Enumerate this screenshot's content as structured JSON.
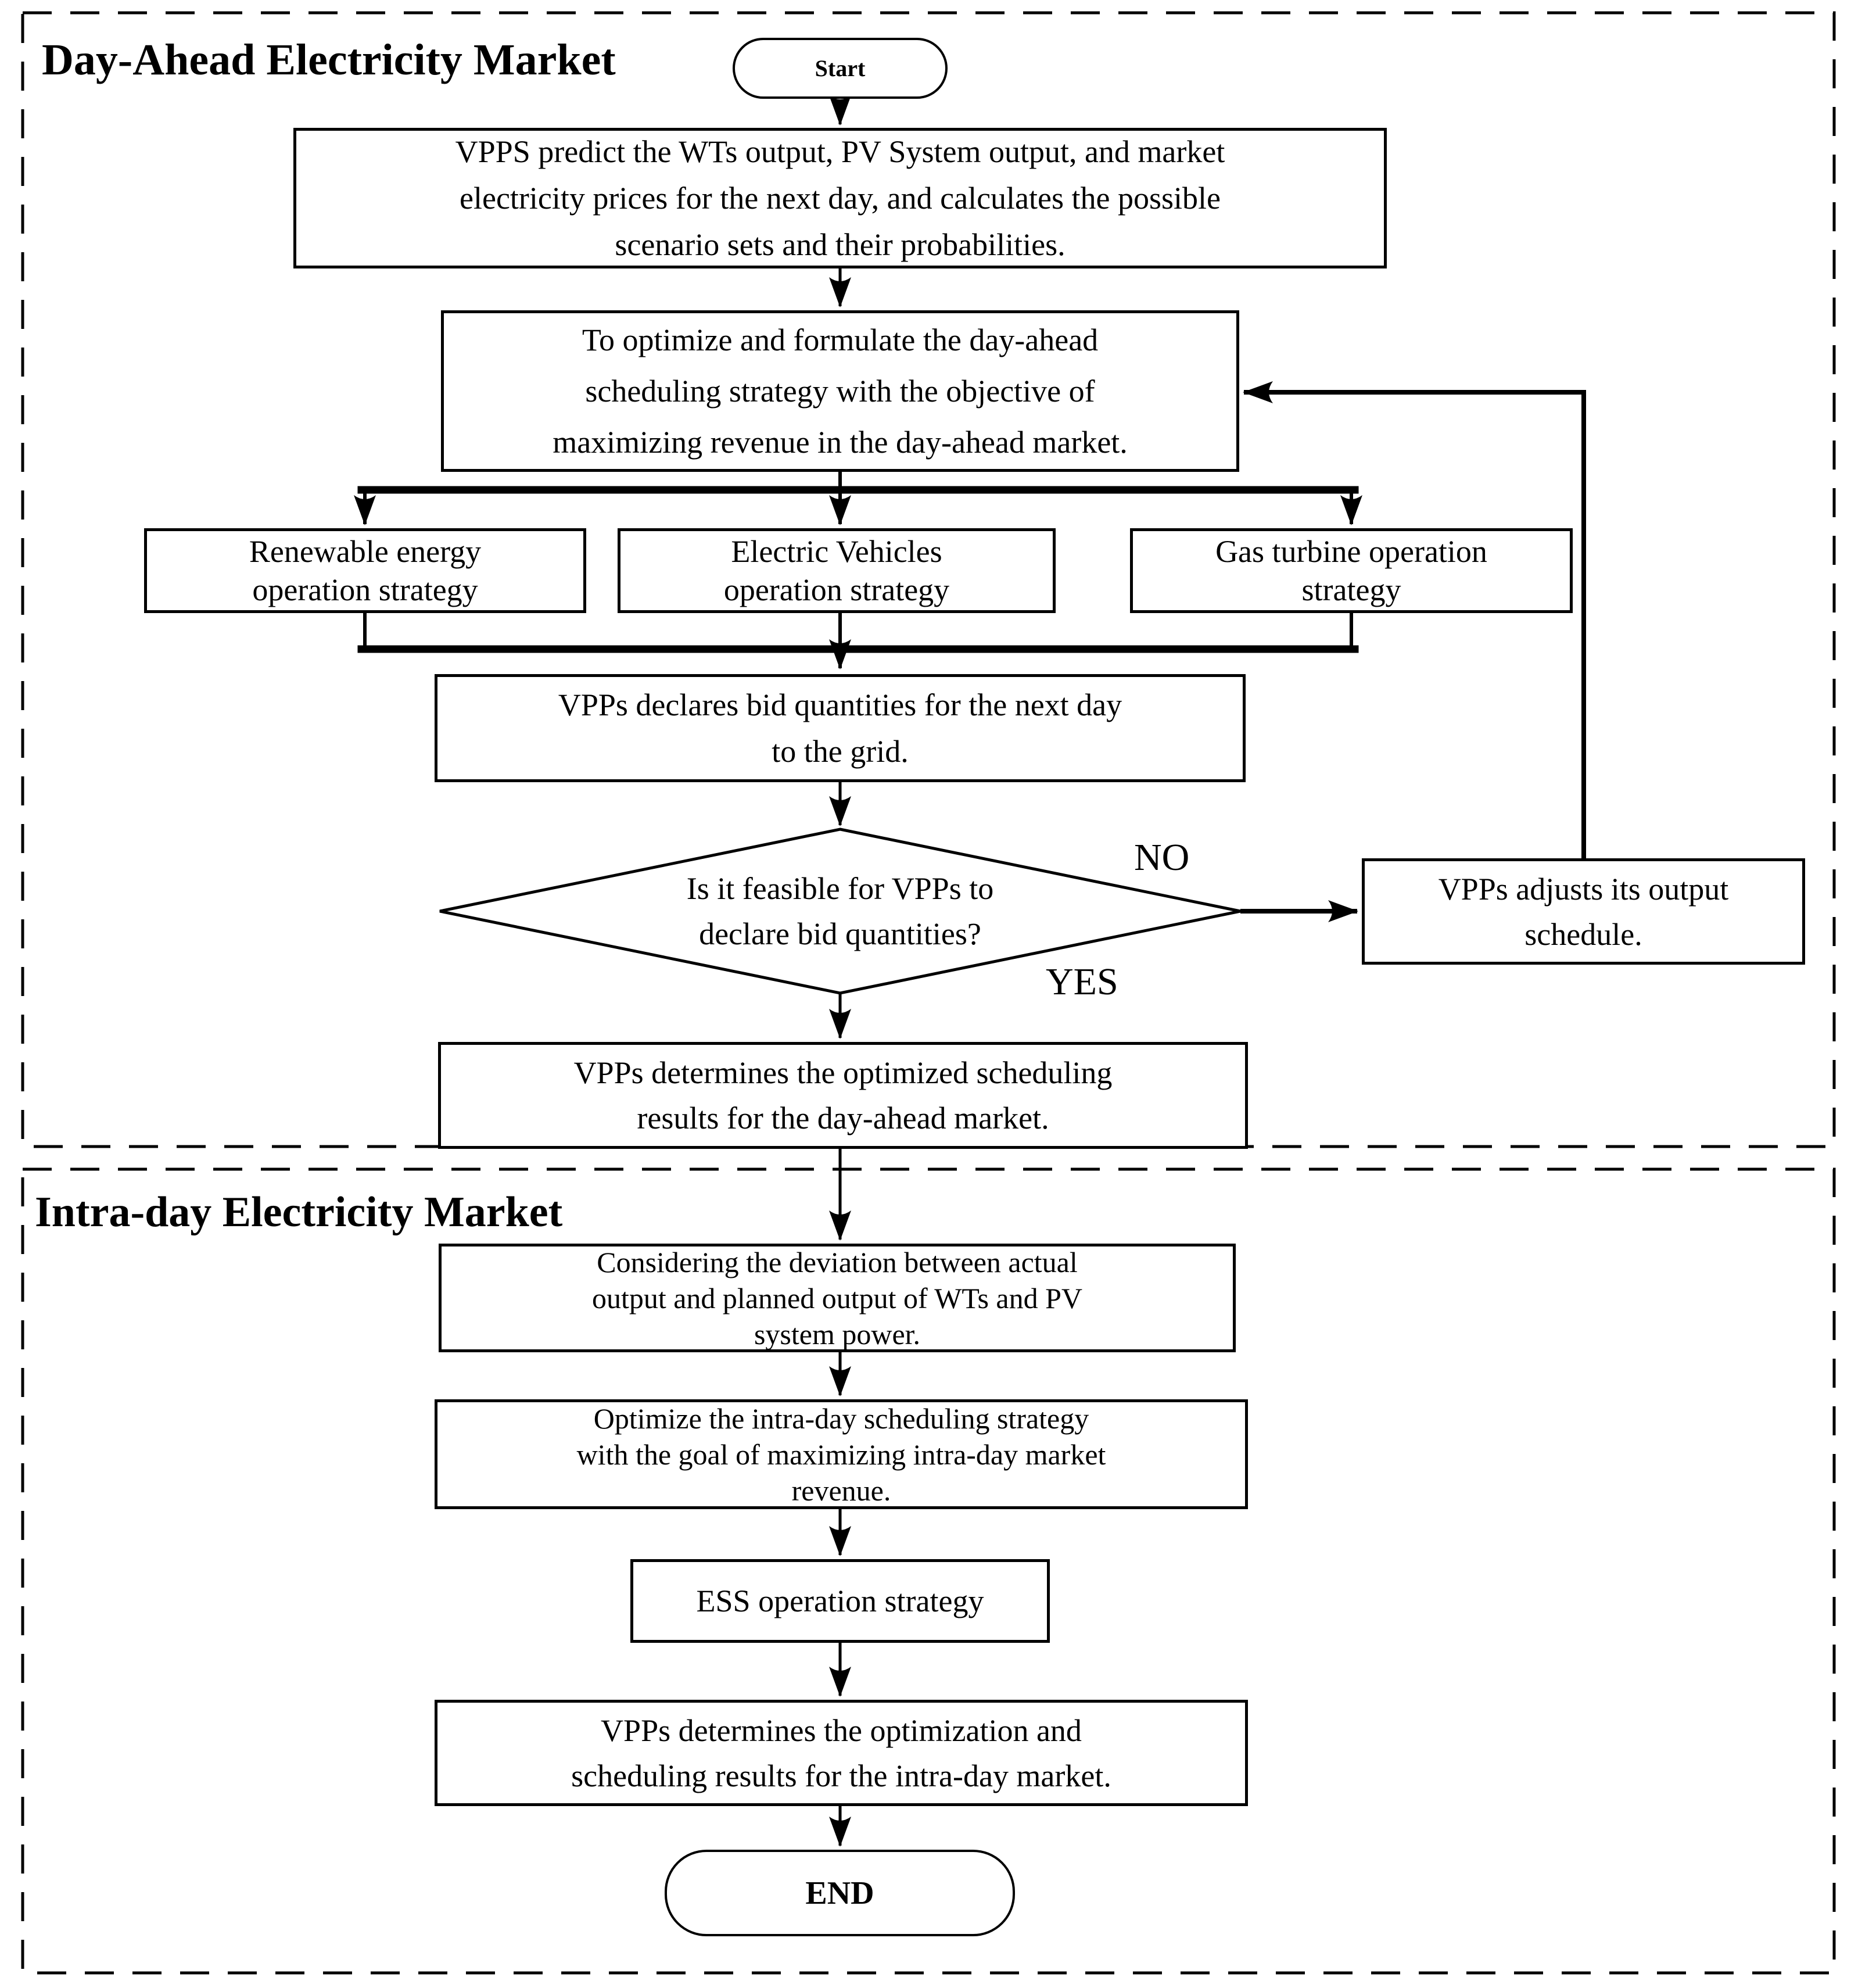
{
  "sections": {
    "day_ahead": {
      "title": "Day-Ahead Electricity Market"
    },
    "intra_day": {
      "title": "Intra-day Electricity Market"
    }
  },
  "terminals": {
    "start": "Start",
    "end": "END"
  },
  "nodes": {
    "predict": {
      "lines": [
        "VPPS predict the WTs output, PV System output, and market",
        "electricity prices for the next day, and calculates the possible",
        "scenario sets and their probabilities."
      ]
    },
    "optimize_da": {
      "lines": [
        "To optimize and formulate the day-ahead",
        "scheduling strategy with the objective of",
        "maximizing revenue in the day-ahead market."
      ]
    },
    "renewable": {
      "lines": [
        "Renewable energy",
        "operation strategy"
      ]
    },
    "ev": {
      "lines": [
        "Electric Vehicles",
        "operation strategy"
      ]
    },
    "gas": {
      "lines": [
        "Gas turbine operation",
        "strategy"
      ]
    },
    "declare": {
      "lines": [
        "VPPs declares bid quantities for the next day",
        "to the grid."
      ]
    },
    "decision": {
      "lines": [
        "Is it feasible for VPPs to",
        "declare bid quantities?"
      ]
    },
    "adjust": {
      "lines": [
        "VPPs adjusts its output",
        "schedule."
      ]
    },
    "determine_da": {
      "lines": [
        "VPPs determines the optimized scheduling",
        "results for the day-ahead market."
      ]
    },
    "deviation": {
      "lines": [
        "Considering the deviation between actual",
        "output and planned output of WTs and PV",
        "system power."
      ]
    },
    "optimize_id": {
      "lines": [
        "Optimize the intra-day scheduling strategy",
        "with the goal of maximizing intra-day market",
        "revenue."
      ]
    },
    "ess": {
      "lines": [
        "ESS operation strategy"
      ]
    },
    "determine_id": {
      "lines": [
        "VPPs determines the optimization and",
        "scheduling results for the intra-day market."
      ]
    }
  },
  "labels": {
    "no": "NO",
    "yes": "YES"
  },
  "colors": {
    "ink": "#000000",
    "background": "#ffffff"
  }
}
